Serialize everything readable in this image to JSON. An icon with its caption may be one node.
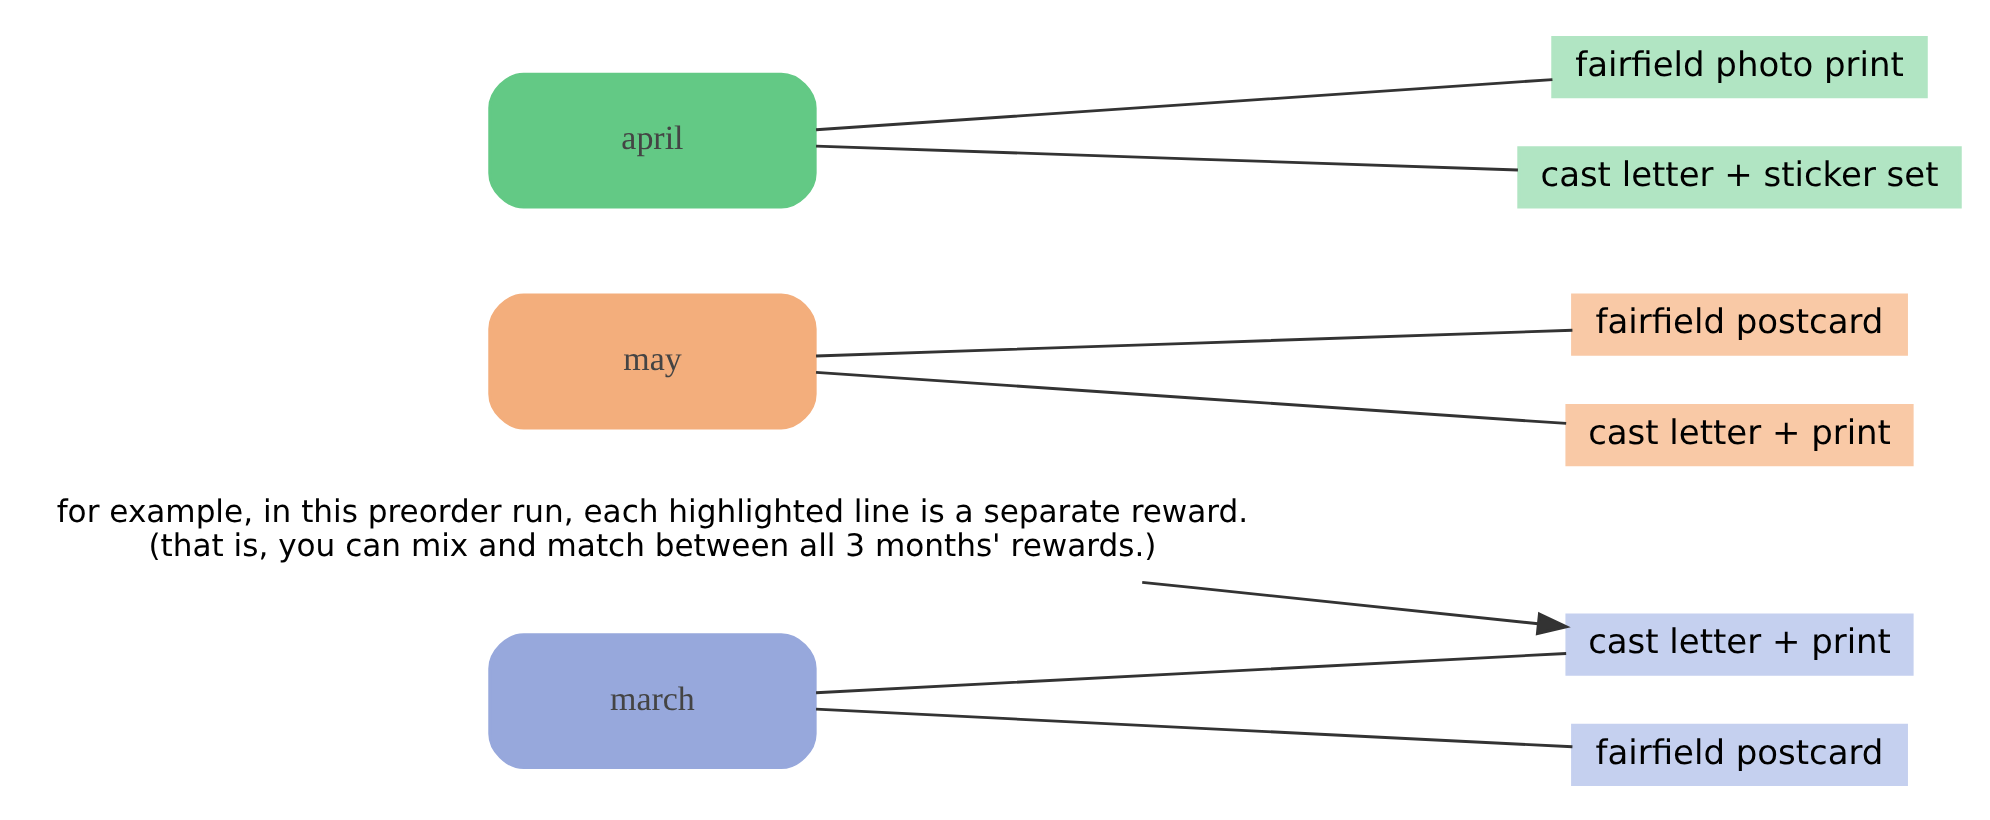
{
  "diagram": {
    "nodes": [
      {
        "text": [
          "march"
        ]
      },
      {
        "text": [
          "april"
        ]
      },
      {
        "text": [
          "may"
        ]
      },
      {
        "text": [
          "cast letter + print"
        ]
      },
      {
        "text": [
          "fairfield postcard"
        ]
      },
      {
        "text": [
          "cast letter + sticker set"
        ]
      },
      {
        "text": [
          "fairfield photo print"
        ]
      },
      {
        "text": [
          "cast letter + print"
        ]
      },
      {
        "text": [
          "fairfield postcard"
        ]
      },
      {
        "text": [
          "for example, in this preorder run, each highlighted line is a separate reward.",
          "(that is, you can mix and match between all 3 months' rewards.)"
        ]
      }
    ],
    "edges": [
      {
        "from": 0,
        "to": 3,
        "arrow": "none"
      },
      {
        "from": 0,
        "to": 4,
        "arrow": "none"
      },
      {
        "from": 1,
        "to": 5,
        "arrow": "none"
      },
      {
        "from": 1,
        "to": 6,
        "arrow": "none"
      },
      {
        "from": 2,
        "to": 7,
        "arrow": "none"
      },
      {
        "from": 2,
        "to": 8,
        "arrow": "none"
      },
      {
        "from": 9,
        "to": 3,
        "arrow": "to"
      }
    ]
  }
}
